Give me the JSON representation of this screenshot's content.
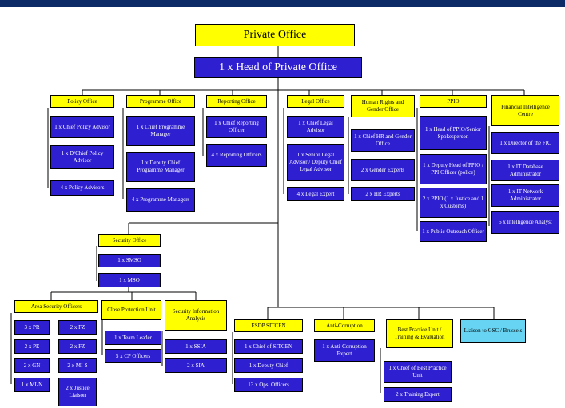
{
  "colors": {
    "yellow": "#ffff00",
    "blue": "#2e1fd0",
    "cyan": "#66d4f2",
    "header": "#0b2a66"
  },
  "top": {
    "private_office": "Private Office",
    "head": "1 x Head of Private Office"
  },
  "policy": {
    "title": "Policy Office",
    "items": [
      "1 x Chief Policy Advisor",
      "1 x D/Chief Policy Advisor",
      "4 x Policy Advisors"
    ]
  },
  "programme": {
    "title": "Programme Office",
    "items": [
      "1 x Chief Programme Manager",
      "1 x Deputy Chief Programme Manager",
      "4 x Programme Managers"
    ]
  },
  "reporting": {
    "title": "Reporting Office",
    "items": [
      "1 x Chief Reporting Officer",
      "4 x Reporting Officers"
    ]
  },
  "legal": {
    "title": "Legal Office",
    "items": [
      "1 x Chief Legal Advisor",
      "1 x Senior Legal Advisor / Deputy Chief Legal Advisor",
      "4 x Legal Expert"
    ]
  },
  "human_rights": {
    "title": "Human Rights and Gender Office",
    "items": [
      "1 x Chief HR and Gender Office",
      "2 x Gender Experts",
      "2 x HR Experts"
    ]
  },
  "ppio": {
    "title": "PPIO",
    "items": [
      "1 x Head of PPIO/Senior Spokesperson",
      "1 x Deputy Head of PPIO / PPI Officer (police)",
      "2 x PPIO (1 x Justice and 1 x Customs)",
      "1 x Public Outreach Officer"
    ]
  },
  "fic": {
    "title": "Financial Intelligence Centre",
    "items": [
      "1 x Director of the FIC",
      "1 x IT Database Administrator",
      "1 x IT Network Administrator",
      "5 x Intelligence Analyst"
    ]
  },
  "security": {
    "title": "Security Office",
    "items": [
      "1 x SMSO",
      "1 x MSO"
    ]
  },
  "area_security": {
    "title": "Area Security Officers",
    "left": [
      "3 x PR",
      "2 x PE",
      "2 x GN",
      "1 x MI-N"
    ],
    "right": [
      "2 x FZ",
      "2 x FZ",
      "2 x MI-S",
      "2 x Justice Liaison"
    ]
  },
  "close_protection": {
    "title": "Close Protection Unit",
    "items": [
      "1 x Team Leader",
      "5 x CP Officers"
    ]
  },
  "security_info": {
    "title": "Security Information Analysis",
    "items": [
      "1 x SSIA",
      "2 x SIA"
    ]
  },
  "esdp": {
    "title": "ESDP SITCEN",
    "items": [
      "1 x Chief of SITCEN",
      "1 x Deputy Chief",
      "13 x Ops. Officers"
    ]
  },
  "anti_corruption": {
    "title": "Anti-Corruption",
    "items": [
      "1 x Anti-Corruption Expert"
    ]
  },
  "best_practice": {
    "title": "Best Practice Unit / Training & Evaluation",
    "items": [
      "1 x Chief of Best Practice Unit",
      "2 x Training Expert"
    ]
  },
  "liaison": {
    "title": "Liaison to GSC / Brussels"
  }
}
